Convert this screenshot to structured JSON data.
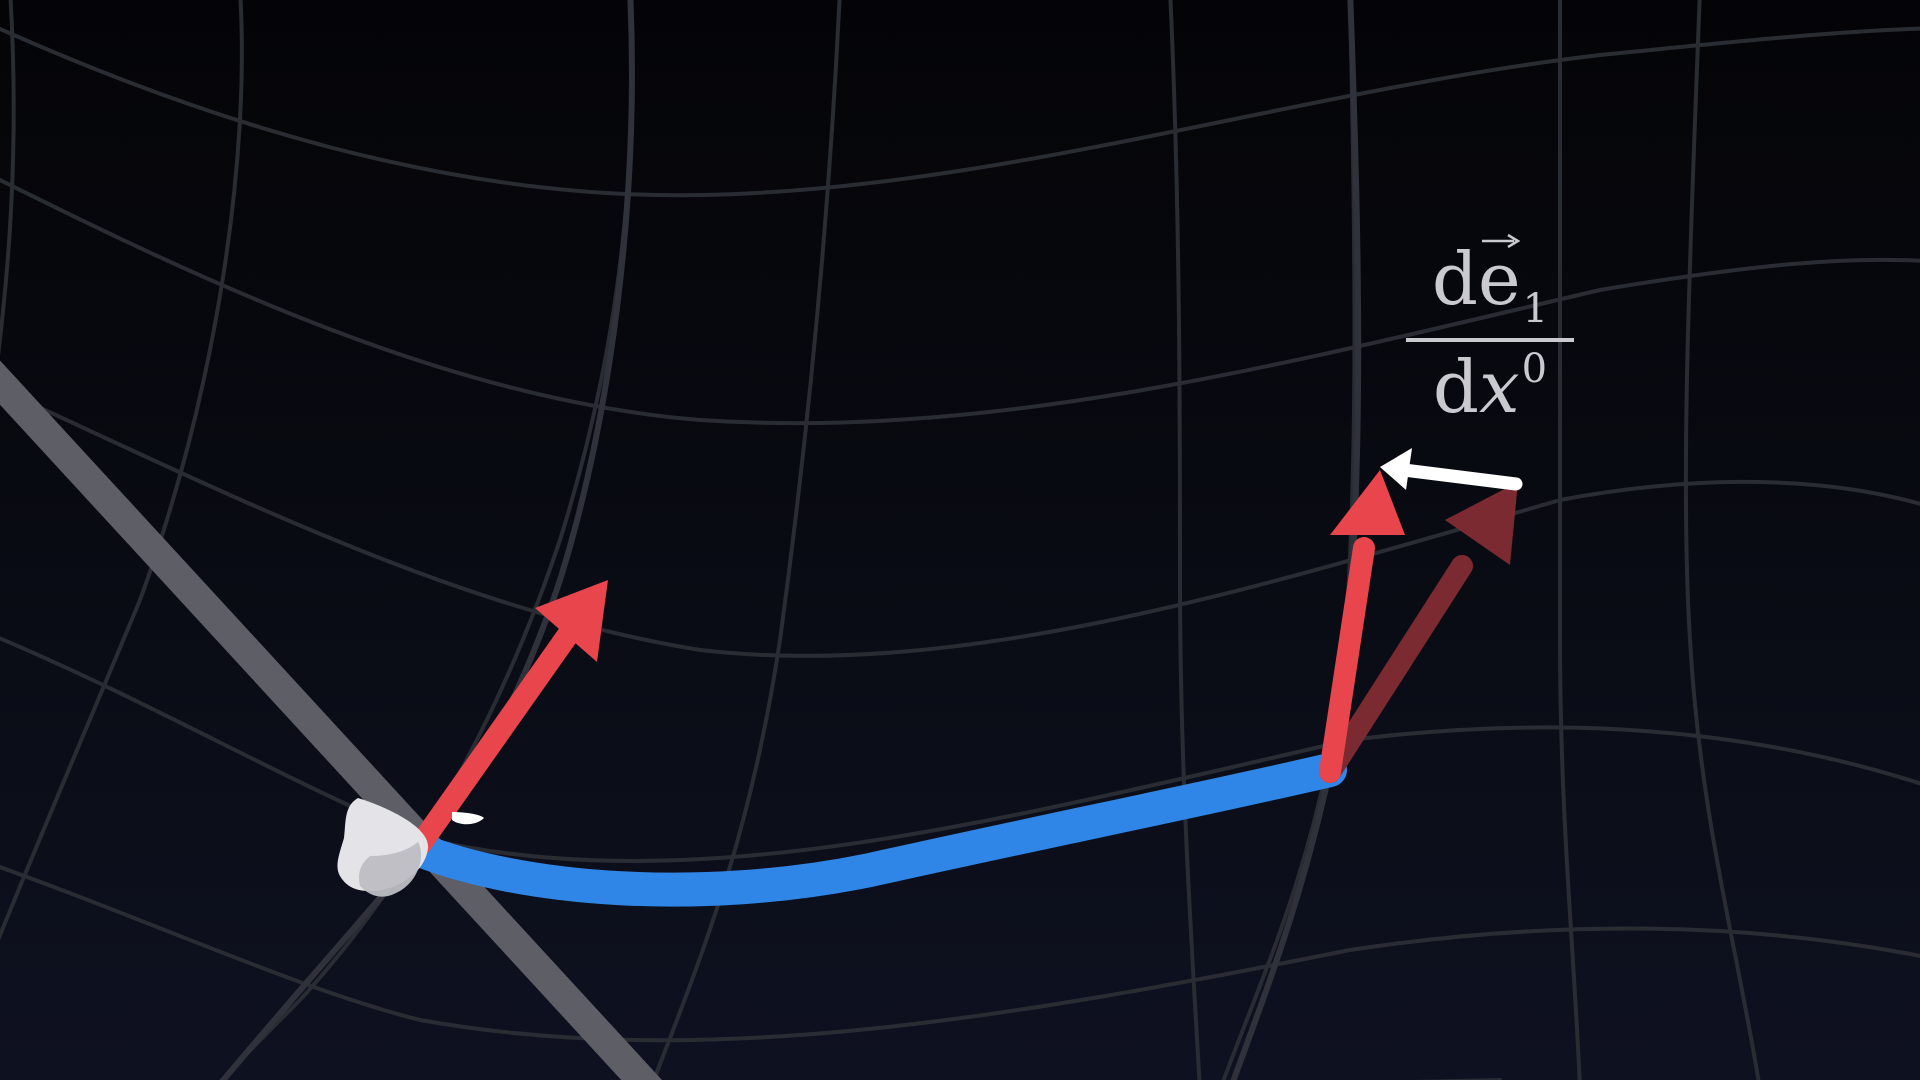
{
  "colors": {
    "background_top": "#040408",
    "background_bottom": "#0e1120",
    "grid": "#2a2c34",
    "worldline": "#5d5e66",
    "path": "#2f86e6",
    "basis_vector": "#e8454c",
    "parallel_transported_vector": "#7a2a30",
    "difference_vector": "#ffffff",
    "particle": "#e4e4e8",
    "formula_text": "#c9c9cf"
  },
  "formula": {
    "numerator_d": "d",
    "numerator_e": "e",
    "numerator_sub": "1",
    "denominator_d": "d",
    "denominator_x": "x",
    "denominator_sup": "0"
  },
  "icons": {
    "particle": "rock-blob-icon",
    "vector": "arrow-icon"
  }
}
